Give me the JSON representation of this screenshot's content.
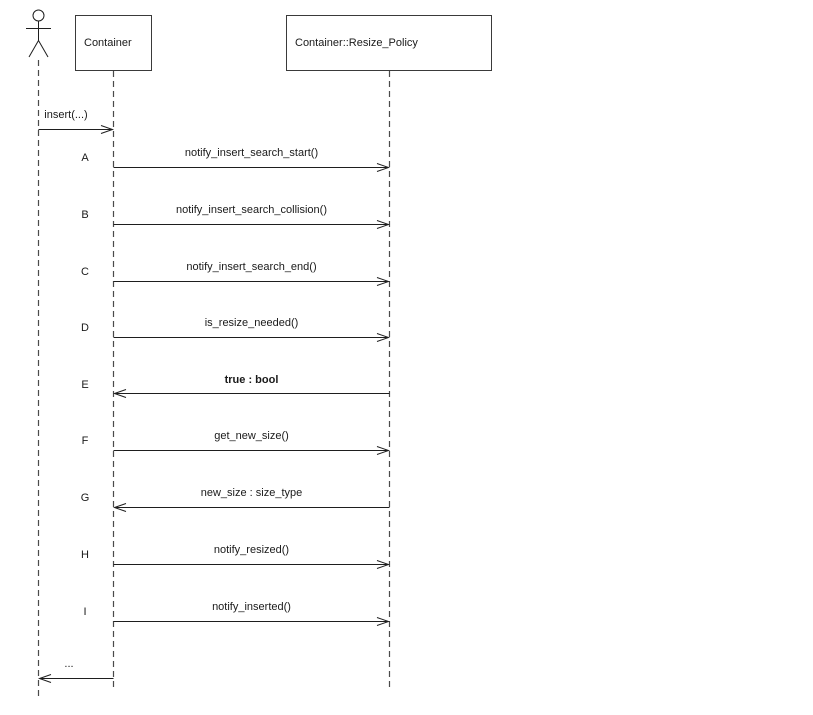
{
  "diagram": {
    "type": "uml-sequence-diagram",
    "actor": {
      "icon": "actor-stick-figure"
    },
    "participants": [
      {
        "label": "Container"
      },
      {
        "label": "Container::Resize_Policy"
      }
    ],
    "messages": [
      {
        "step": "",
        "label": "insert(...)",
        "from": "actor",
        "to": "Container"
      },
      {
        "step": "A",
        "label": "notify_insert_search_start()",
        "from": "Container",
        "to": "Container::Resize_Policy"
      },
      {
        "step": "B",
        "label": "notify_insert_search_collision()",
        "from": "Container",
        "to": "Container::Resize_Policy"
      },
      {
        "step": "C",
        "label": "notify_insert_search_end()",
        "from": "Container",
        "to": "Container::Resize_Policy"
      },
      {
        "step": "D",
        "label": "is_resize_needed()",
        "from": "Container",
        "to": "Container::Resize_Policy"
      },
      {
        "step": "E",
        "label": "true : bool",
        "from": "Container::Resize_Policy",
        "to": "Container"
      },
      {
        "step": "F",
        "label": "get_new_size()",
        "from": "Container",
        "to": "Container::Resize_Policy"
      },
      {
        "step": "G",
        "label": "new_size : size_type",
        "from": "Container::Resize_Policy",
        "to": "Container"
      },
      {
        "step": "H",
        "label": "notify_resized()",
        "from": "Container",
        "to": "Container::Resize_Policy"
      },
      {
        "step": "I",
        "label": "notify_inserted()",
        "from": "Container",
        "to": "Container::Resize_Policy"
      },
      {
        "step": "",
        "label": "...",
        "from": "Container",
        "to": "actor"
      }
    ],
    "colors": {
      "line": "#1e1e1e",
      "lifeline": "#4a4a4a",
      "background": "#ffffff"
    }
  }
}
